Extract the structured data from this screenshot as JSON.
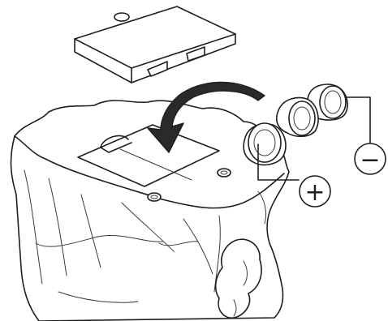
{
  "diagram": {
    "polarity_symbols": {
      "positive": "+",
      "negative": "−"
    },
    "battery_count": 3,
    "colors": {
      "line": "#1e1e1e",
      "arrow": "#2a2a2a",
      "background": "#ffffff"
    },
    "icons": [
      "battery-cover",
      "curved-insert-arrow",
      "button-cell-battery",
      "toy-body",
      "battery-compartment"
    ]
  }
}
